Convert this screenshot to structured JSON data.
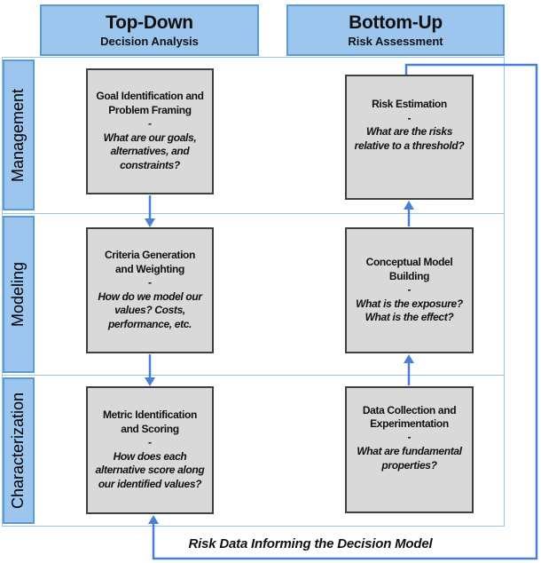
{
  "diagram": {
    "columns": [
      {
        "title": "Top-Down",
        "subtitle": "Decision Analysis"
      },
      {
        "title": "Bottom-Up",
        "subtitle": "Risk Assessment"
      }
    ],
    "rows": [
      {
        "label": "Management"
      },
      {
        "label": "Modeling"
      },
      {
        "label": "Characterization"
      }
    ],
    "boxes": [
      {
        "id": "goal-identification",
        "title": "Goal Identification and\nProblem Framing",
        "separator": "-",
        "question": "What are our goals,\nalternatives, and\nconstraints?"
      },
      {
        "id": "risk-estimation",
        "title": "Risk Estimation",
        "separator": "-",
        "question": "What are the risks\nrelative to a threshold?"
      },
      {
        "id": "criteria-generation",
        "title": "Criteria Generation\nand Weighting",
        "separator": "-",
        "question": "How do we model our\nvalues? Costs,\nperformance, etc."
      },
      {
        "id": "conceptual-model-building",
        "title": "Conceptual Model\nBuilding",
        "separator": "-",
        "question": "What is the exposure?\nWhat is the effect?"
      },
      {
        "id": "metric-identification",
        "title": "Metric Identification\nand Scoring",
        "separator": "-",
        "question": "How does each\nalternative score along\nour identified values?"
      },
      {
        "id": "data-collection",
        "title": "Data Collection and\nExperimentation",
        "separator": "-",
        "question": "What are fundamental\nproperties?"
      }
    ],
    "feedback_label": "Risk Data Informing the Decision Model",
    "colors": {
      "panel_fill": "#9DC6EE",
      "panel_border": "#5B9BD5",
      "row_border": "#9DC3E6",
      "box_fill": "#D9D9D9",
      "box_border": "#3F3F3F",
      "arrow": "#4A80D4"
    }
  }
}
